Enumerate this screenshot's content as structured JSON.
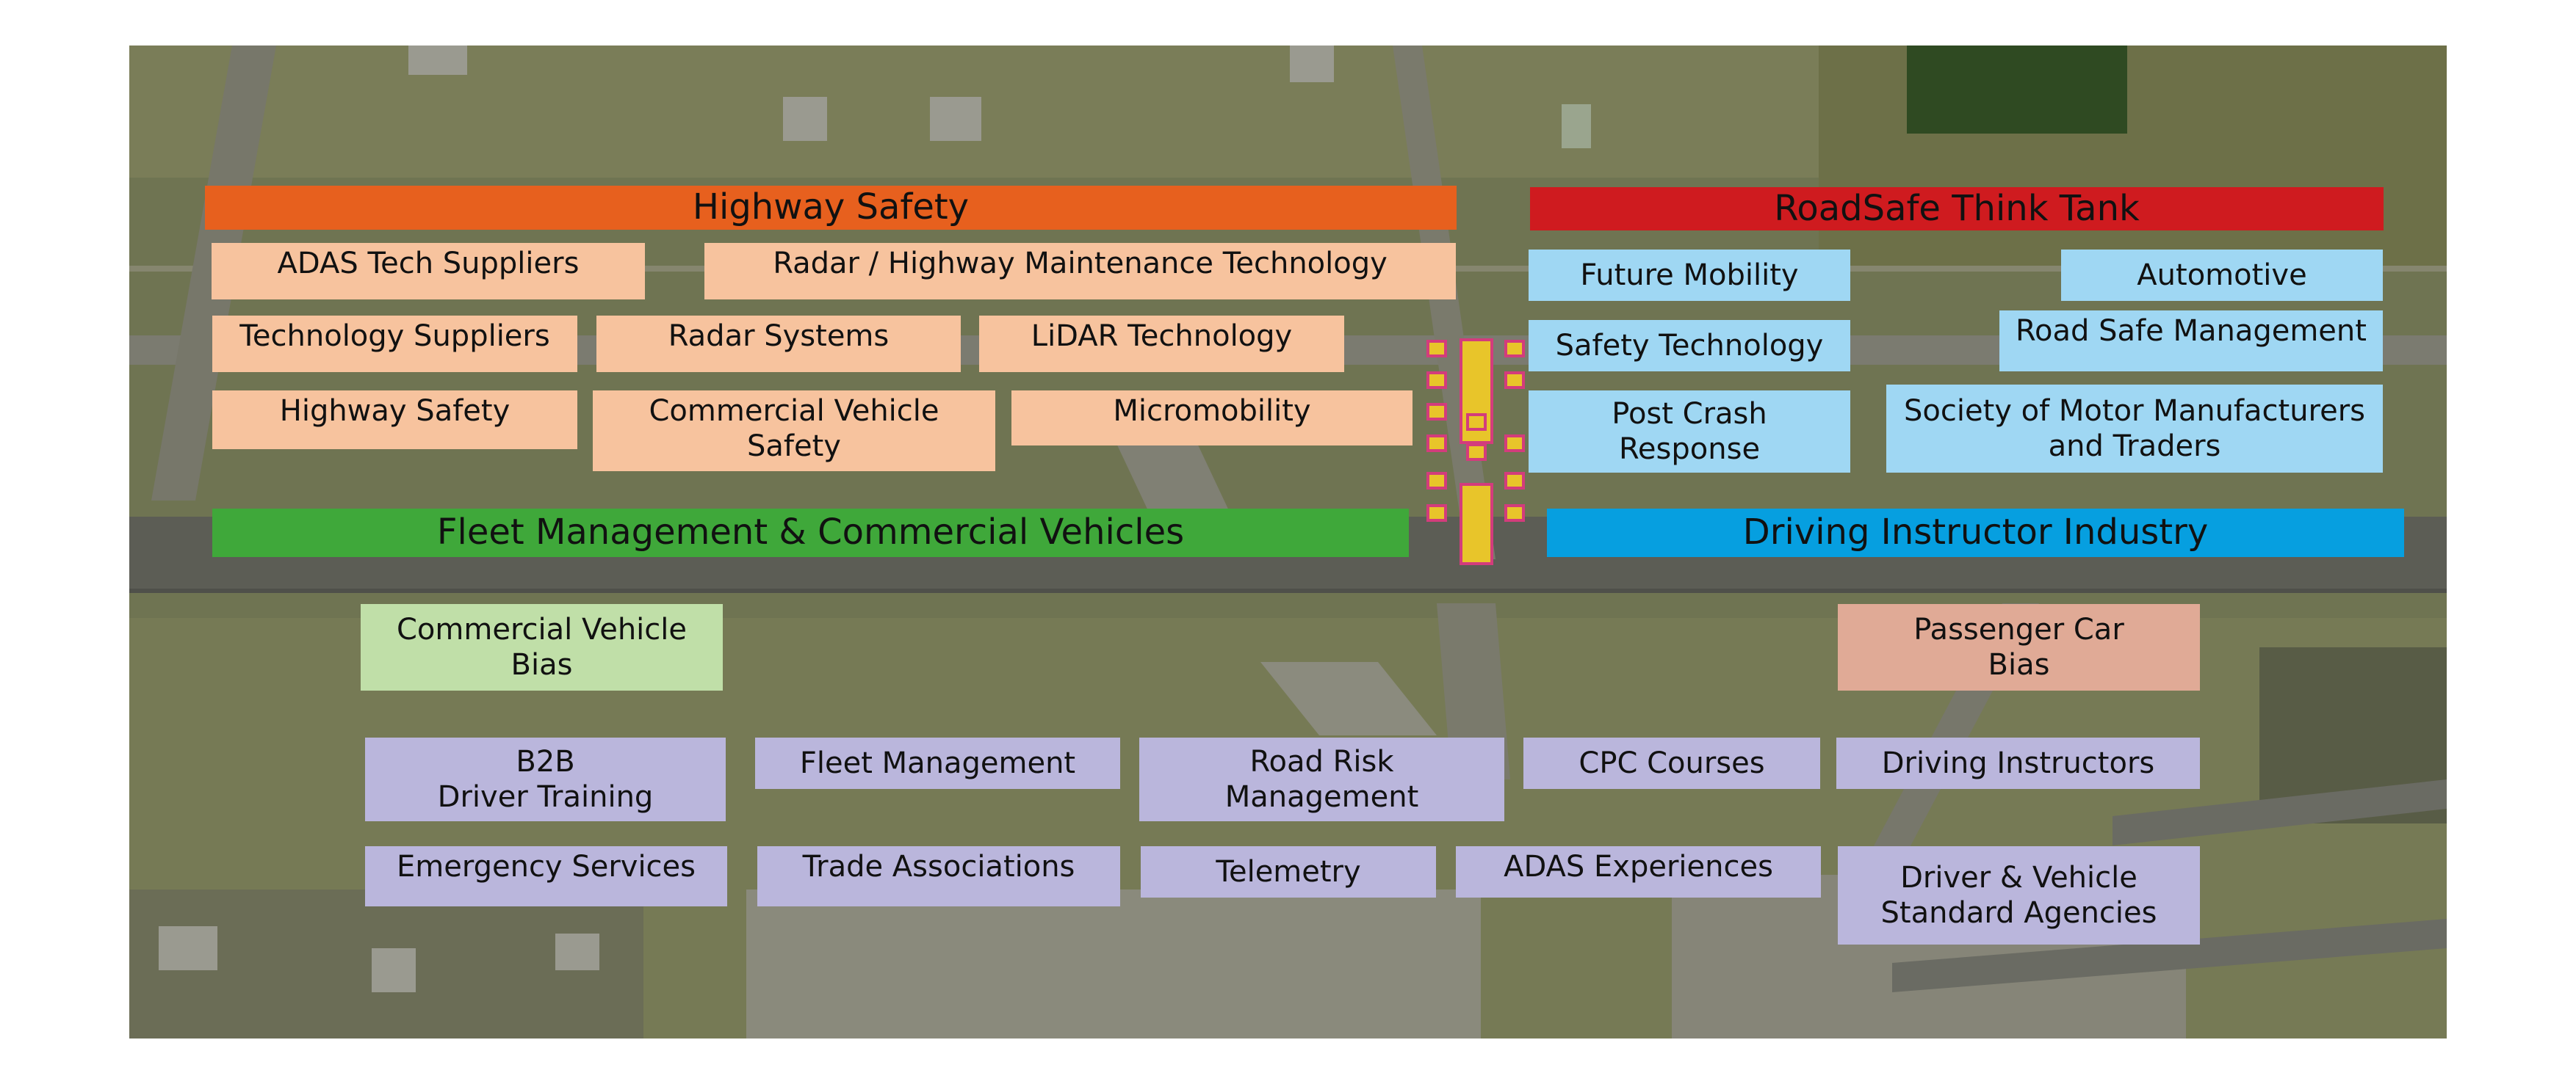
{
  "colors": {
    "highway_safety": "#e7601e",
    "roadsafe_think_tank": "#cf1b1f",
    "fleet_management": "#3fa83a",
    "driving_instructor": "#069fe0",
    "peach_label": "#f7c39e",
    "sky_label": "#9fd7f3",
    "lavender_label": "#bab6dc",
    "mint_label": "#c0dfa8",
    "rose_label": "#e0aa96",
    "stall_fill": "#e8c52a",
    "stall_border": "#d33c7c"
  },
  "zones": {
    "highway_safety": {
      "title": "Highway Safety",
      "items": [
        "ADAS Tech  Suppliers",
        "Radar / Highway Maintenance Technology",
        "Technology Suppliers",
        "Radar Systems",
        "LiDAR Technology",
        "Highway Safety",
        "Commercial Vehicle\nSafety",
        "Micromobility"
      ]
    },
    "roadsafe_think_tank": {
      "title": "RoadSafe Think Tank",
      "items": [
        "Future Mobility",
        "Automotive",
        "Safety Technology",
        "Road Safe Management",
        "Post Crash\nResponse",
        "Society of Motor Manufacturers\nand Traders"
      ]
    },
    "fleet_management": {
      "title": "Fleet Management & Commercial Vehicles",
      "bias": "Commercial Vehicle\nBias"
    },
    "driving_instructor": {
      "title": "Driving Instructor Industry",
      "bias": "Passenger Car\nBias"
    },
    "shared": {
      "items": [
        "B2B\nDriver Training",
        "Fleet Management",
        "Road Risk\nManagement",
        "CPC Courses",
        "Driving Instructors",
        "Emergency Services",
        "Trade Associations",
        "Telemetry",
        "ADAS Experiences",
        "Driver & Vehicle\nStandard Agencies"
      ]
    }
  },
  "map": {
    "background": "aerial photograph of airfield with runway and parking",
    "stall_cluster_icon": "exhibitor-stall-icon"
  }
}
